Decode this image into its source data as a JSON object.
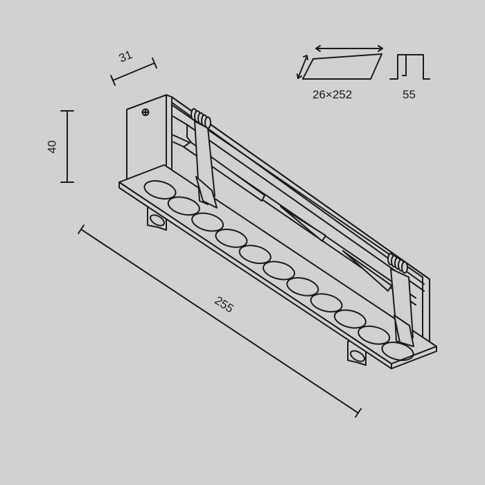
{
  "dimensions": {
    "depth": "31",
    "height": "40",
    "length": "255"
  },
  "cutout": {
    "size_label": "26×252",
    "depth_label": "55"
  },
  "colors": {
    "background": "#d0d1d0",
    "line": "#1a1a1a"
  },
  "drawing": {
    "hole_count": 11
  }
}
